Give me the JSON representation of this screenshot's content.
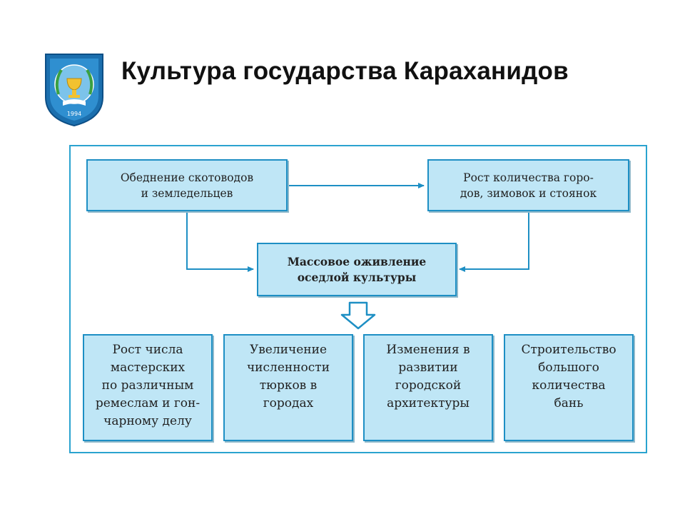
{
  "title": "Культура государства Караханидов",
  "logo": {
    "year_text": "1994"
  },
  "colors": {
    "box_fill": "#bfe6f6",
    "box_border": "#1e8fc4",
    "arrow": "#1e8fc4",
    "frame": "#2aa3cf"
  },
  "diagram": {
    "top_left": "Обеднение скотоводов\nи земледельцев",
    "top_right": "Рост количества горо-\nдов, зимовок и стоянок",
    "center": "Массовое оживление\nоседлой культуры",
    "bottom": [
      "Рост числа\nмастерских\nпо различным\nремеслам и гон-\nчарному делу",
      "Увеличение\nчисленности\nтюрков в\nгородах",
      "Изменения в\nразвитии\nгородской\nархитектуры",
      "Строительство\nбольшого\nколичества\nбань"
    ]
  }
}
